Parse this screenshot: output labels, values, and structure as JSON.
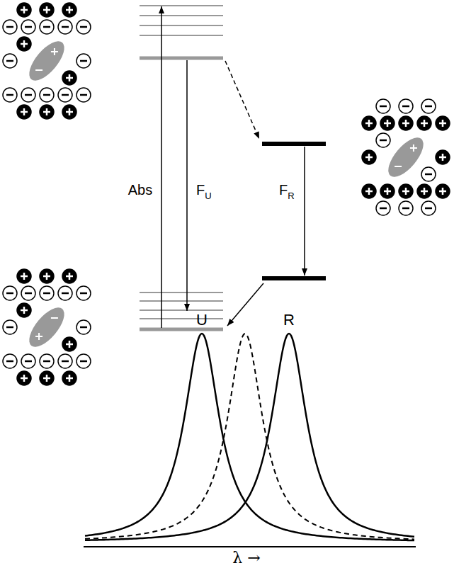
{
  "diagram": {
    "labels": [
      "Abs",
      "F",
      "U",
      "F",
      "R",
      "U",
      "R",
      "λ →"
    ]
  }
}
